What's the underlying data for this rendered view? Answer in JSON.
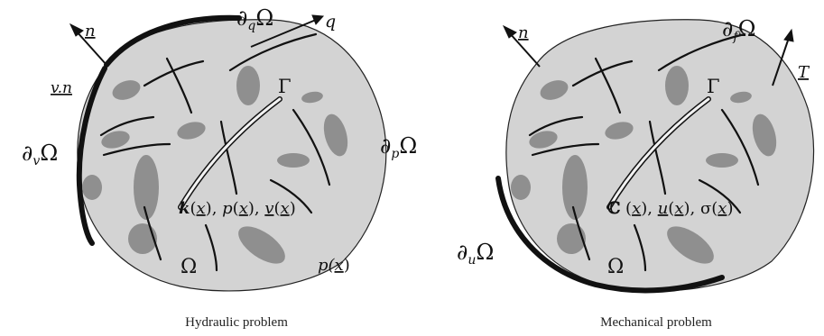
{
  "colors": {
    "domain_fill": "#d3d3d3",
    "domain_stroke": "#222222",
    "inclusion_fill": "#8f8f8f",
    "boundary_thick": "#111111"
  },
  "hydraulic": {
    "caption": "Hydraulic problem",
    "normal_label": "n",
    "flux_boundary": "∂",
    "flux_boundary_sub": "q",
    "flux_boundary_omega": "Ω",
    "flux_label": "q",
    "velocity_boundary_label": "v.n",
    "velocity_boundary": "∂",
    "velocity_boundary_sub": "v",
    "velocity_boundary_omega": "Ω",
    "pressure_boundary": "∂",
    "pressure_boundary_sub": "p",
    "pressure_boundary_omega": "Ω",
    "fracture_label": "Γ",
    "fields": {
      "k": "k",
      "k_arg": "x",
      "sep1": "), ",
      "p": "p",
      "p_arg": "x",
      "sep2": "), ",
      "v": "v",
      "v_arg": "x",
      "open": "(",
      "close": ")"
    },
    "domain_label": "Ω",
    "boundary_pressure": "p(",
    "boundary_pressure_arg": "x",
    "boundary_pressure_close": ")"
  },
  "mechanical": {
    "caption": "Mechanical problem",
    "normal_label": "n",
    "traction_boundary": "∂",
    "traction_boundary_sub": "f",
    "traction_boundary_omega": "Ω",
    "traction_label": "T",
    "fracture_label": "Γ",
    "fields": {
      "C": "ℂ",
      "C_arg": "x",
      "u": "u",
      "u_arg": "x",
      "sigma": "σ",
      "sigma_arg": "x",
      "open": " (",
      "open2": "(",
      "sep": "), ",
      "close": ")"
    },
    "displacement_boundary": "∂",
    "displacement_boundary_sub": "u",
    "displacement_boundary_omega": "Ω",
    "domain_label": "Ω"
  }
}
